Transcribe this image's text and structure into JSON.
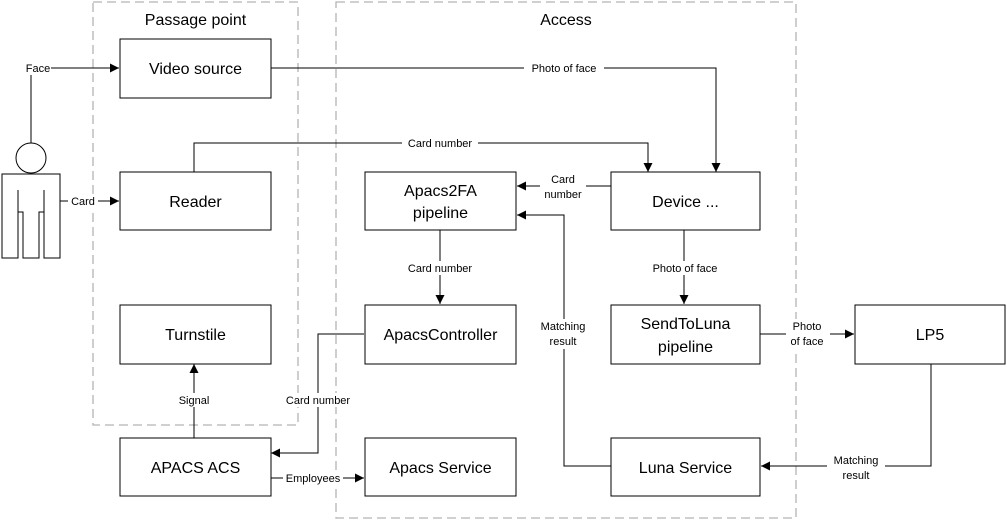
{
  "groups": {
    "passage_point": "Passage point",
    "access": "Access"
  },
  "boxes": {
    "video_source": "Video source",
    "reader": "Reader",
    "turnstile": "Turnstile",
    "apacs_acs": "APACS ACS",
    "apacs2fa_line1": "Apacs2FA",
    "apacs2fa_line2": "pipeline",
    "device": "Device ...",
    "apacs_controller": "ApacsController",
    "sendtoluna_line1": "SendToLuna",
    "sendtoluna_line2": "pipeline",
    "lp5": "LP5",
    "apacs_service": "Apacs Service",
    "luna_service": "Luna Service"
  },
  "edges": {
    "face": "Face",
    "card": "Card",
    "photo_of_face_top": "Photo of face",
    "card_number_top": "Card number",
    "card_number_dev_1": "Card",
    "card_number_dev_2": "number",
    "card_number_mid": "Card number",
    "photo_of_face_mid": "Photo of face",
    "photo_of_face_lp5_1": "Photo",
    "photo_of_face_lp5_2": "of face",
    "matching_result_1": "Matching",
    "matching_result_2": "result",
    "signal": "Signal",
    "card_number_acs": "Card number",
    "employees": "Employees",
    "matching_result_lp5_1": "Matching",
    "matching_result_lp5_2": "result"
  }
}
